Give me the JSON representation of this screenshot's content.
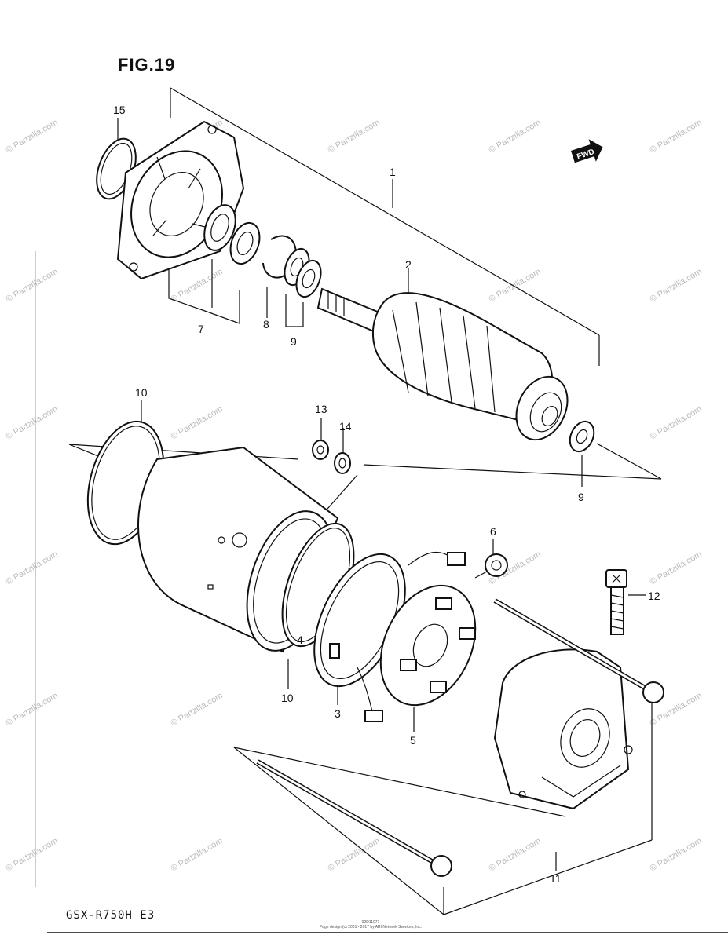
{
  "figure": {
    "title": "FIG.19",
    "model": "GSX-R750H  E3",
    "fwd_label": "FWD",
    "footer_line1": "02D11071",
    "footer_line2": "Page design (c) 2001 - 2017 by ARI Network Services, Inc."
  },
  "watermark": "© Partzilla.com",
  "callouts": [
    {
      "id": "c15",
      "label": "15"
    },
    {
      "id": "c1",
      "label": "1"
    },
    {
      "id": "c2",
      "label": "2"
    },
    {
      "id": "c7",
      "label": "7"
    },
    {
      "id": "c8",
      "label": "8"
    },
    {
      "id": "c9a",
      "label": "9"
    },
    {
      "id": "c10a",
      "label": "10"
    },
    {
      "id": "c13",
      "label": "13"
    },
    {
      "id": "c14",
      "label": "14"
    },
    {
      "id": "c9b",
      "label": "9"
    },
    {
      "id": "c6",
      "label": "6"
    },
    {
      "id": "c12",
      "label": "12"
    },
    {
      "id": "c4",
      "label": "4"
    },
    {
      "id": "c10b",
      "label": "10"
    },
    {
      "id": "c3",
      "label": "3"
    },
    {
      "id": "c5",
      "label": "5"
    },
    {
      "id": "c11",
      "label": "11"
    }
  ]
}
